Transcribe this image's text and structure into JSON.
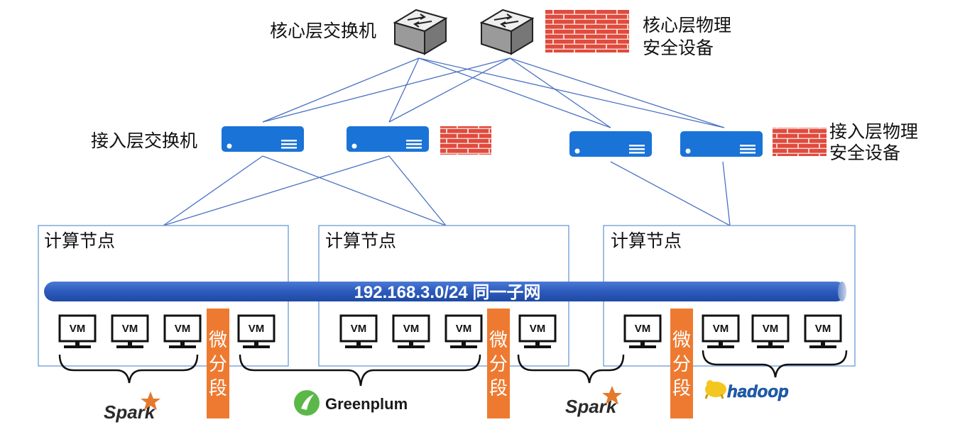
{
  "labels": {
    "core_switch": "核心层交换机",
    "core_security_1": "核心层物理",
    "core_security_2": "安全设备",
    "access_switch": "接入层交换机",
    "access_security_1": "接入层物理",
    "access_security_2": "安全设备",
    "compute_node": "计算节点",
    "subnet": "192.168.3.0/24 同一子网",
    "vm": "VM",
    "micro_seg": [
      "微",
      "分",
      "段"
    ]
  },
  "logos": {
    "spark": "Spark",
    "greenplum": "Greenplum",
    "hadoop": "hadoop"
  },
  "colors": {
    "line": "#4a72c4",
    "node_border": "#6a9ad4",
    "access_switch": "#1a73d6",
    "subnet_bar": "#2f5fbf",
    "micro_seg": "#ee7a31",
    "brick": "#e0483c",
    "mortar": "#f3d0c8"
  }
}
